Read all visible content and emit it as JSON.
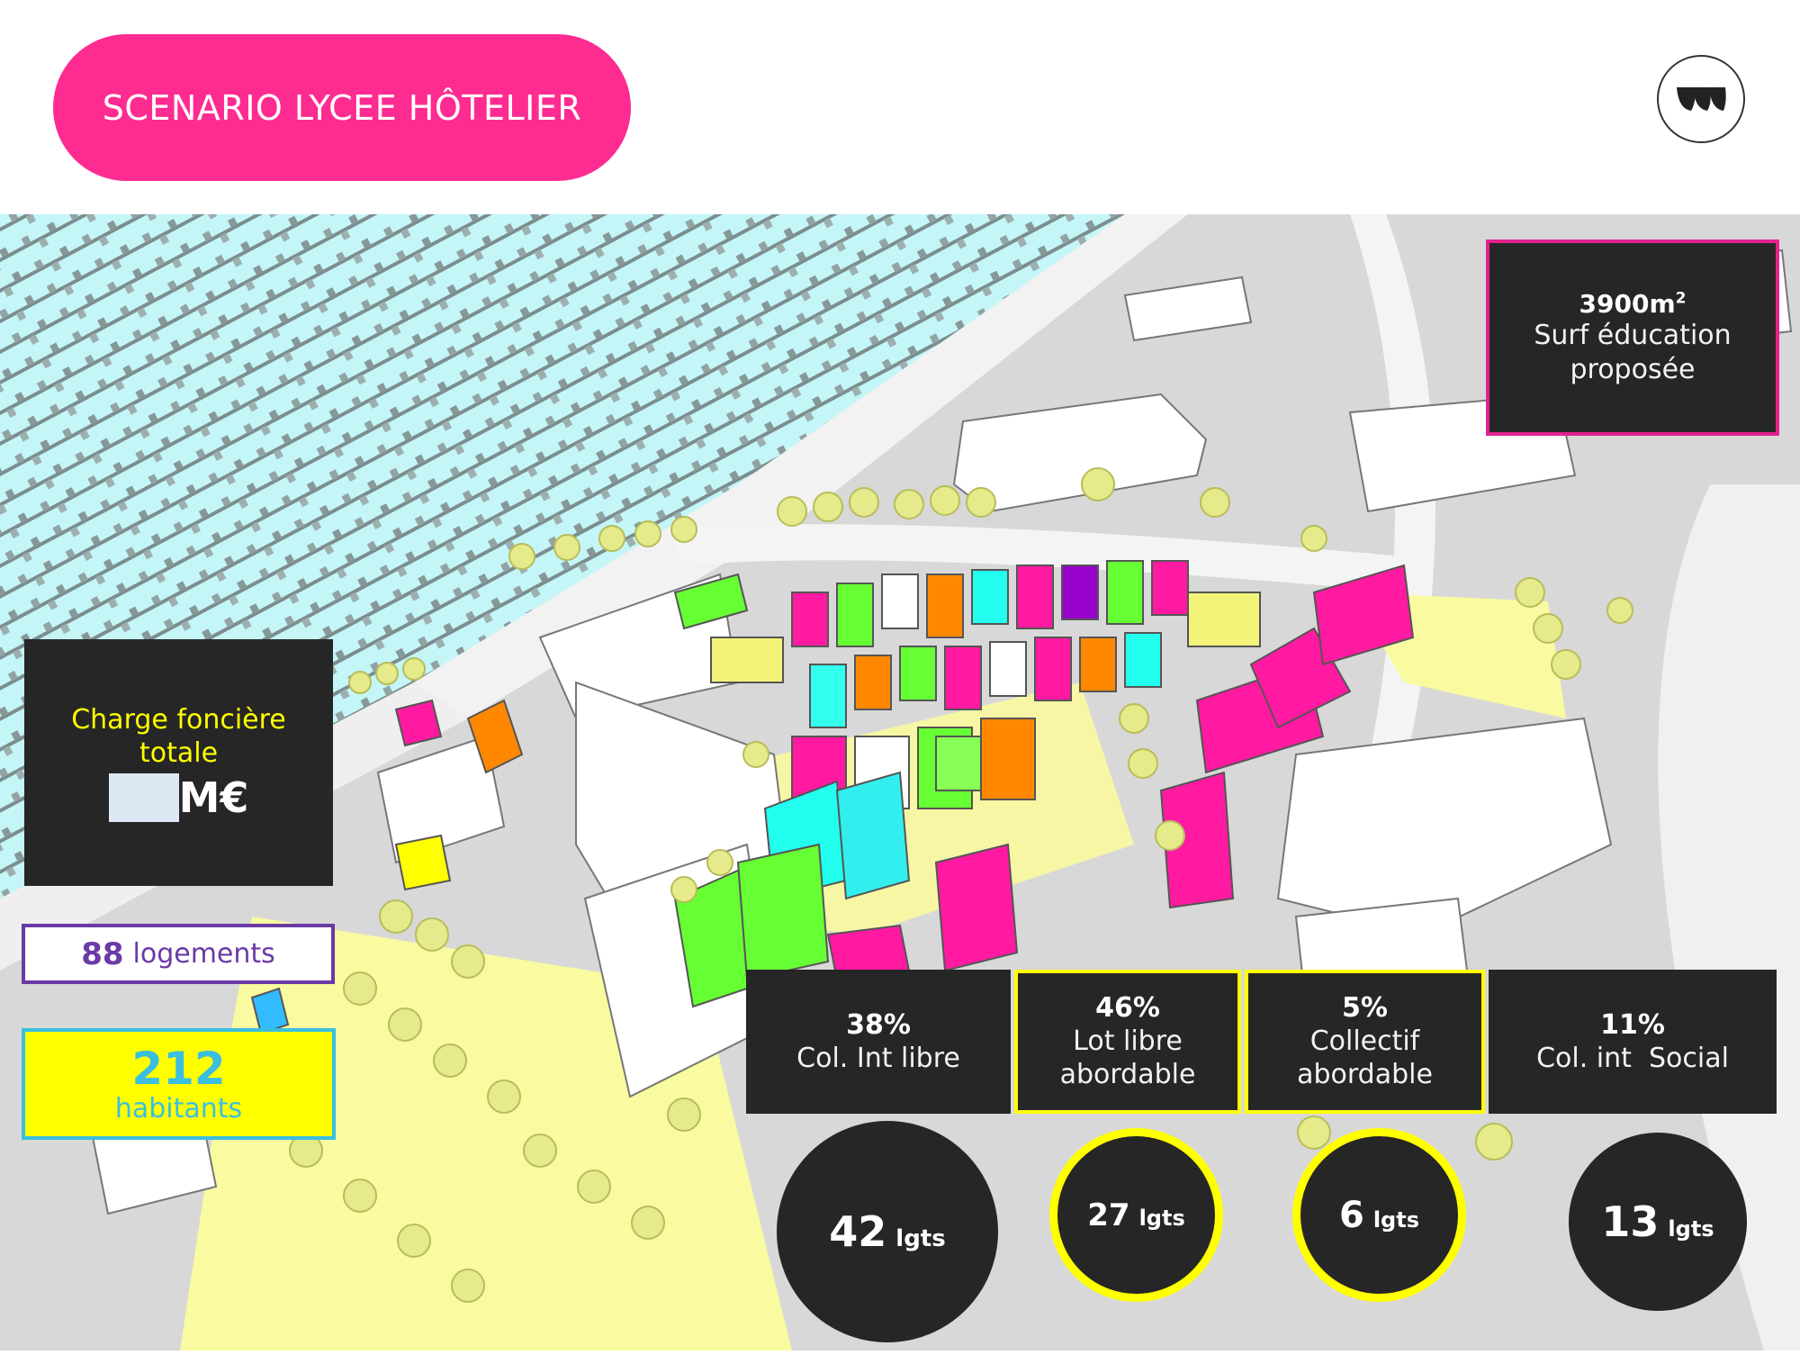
{
  "title": "SCENARIO LYCEE HÔTELIER",
  "logo_icon": "studio-logo-icon",
  "surface": {
    "value": "3900m",
    "superscript": "2",
    "line1": "Surf éducation",
    "line2": "proposée"
  },
  "charge": {
    "label": "Charge foncière totale",
    "unit": "M€"
  },
  "logements": {
    "count": "88",
    "label": "logements"
  },
  "habitants": {
    "count": "212",
    "label": "habitants"
  },
  "stats": [
    {
      "percent": "38%",
      "line1": "Col. Int libre",
      "line2": ""
    },
    {
      "percent": "46%",
      "line1": "Lot libre",
      "line2": "abordable"
    },
    {
      "percent": "5%",
      "line1": "Collectif",
      "line2": "abordable"
    },
    {
      "percent": "11%",
      "line1": "Col. int  Social",
      "line2": ""
    }
  ],
  "counts": [
    {
      "number": "42",
      "unit": "lgts"
    },
    {
      "number": "27",
      "unit": "lgts"
    },
    {
      "number": "6",
      "unit": "lgts"
    },
    {
      "number": "13",
      "unit": "lgts"
    }
  ],
  "colors": {
    "title_pill": "#fe2b91",
    "panel_dark": "#262626",
    "water": "#c4f6f8",
    "highlight_yellow": "#ffff00",
    "logements_purple": "#6a3aa6",
    "habitants_cyan": "#3bbfe0",
    "surface_border": "#e2238f"
  }
}
